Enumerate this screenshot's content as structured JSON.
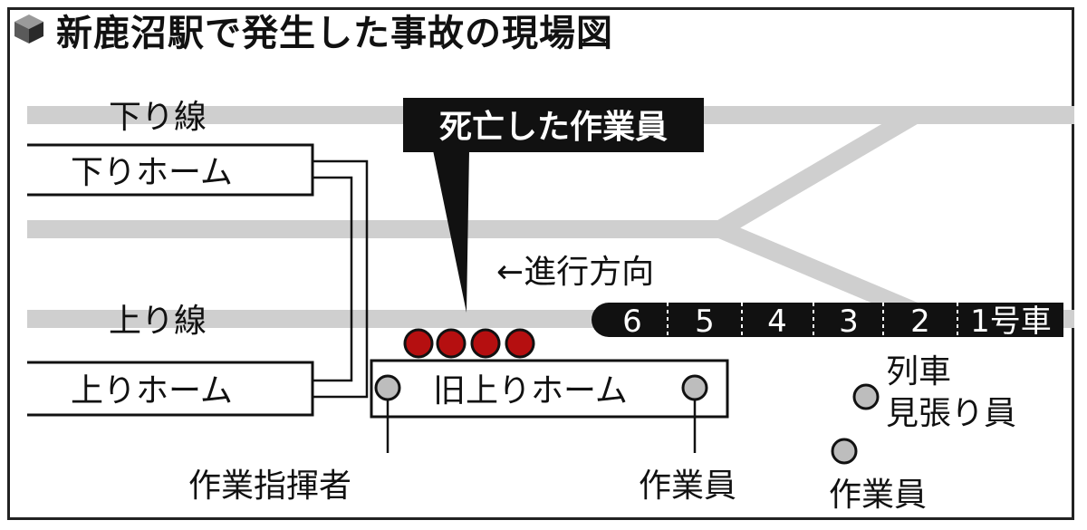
{
  "title": "新鹿沼駅で発生した事故の現場図",
  "callout": "死亡した作業員",
  "tracks": {
    "down_line": "下り線",
    "up_line": "上り線"
  },
  "platforms": {
    "down_platform": "下りホーム",
    "up_platform": "上りホーム",
    "old_up_platform": "旧上りホーム"
  },
  "direction": "←進行方向",
  "train": {
    "cars": [
      "6",
      "5",
      "4",
      "3",
      "2",
      "1号車"
    ]
  },
  "people": {
    "supervisor": "作業指揮者",
    "worker_platform": "作業員",
    "lookout_line1": "列車",
    "lookout_line2": "見張り員",
    "worker_right": "作業員"
  },
  "colors": {
    "track_gray": "#cfcfcf",
    "victim_red": "#b50f10",
    "person_gray": "#bdbdbd",
    "train_black": "#111111",
    "callout_black": "#111111"
  }
}
